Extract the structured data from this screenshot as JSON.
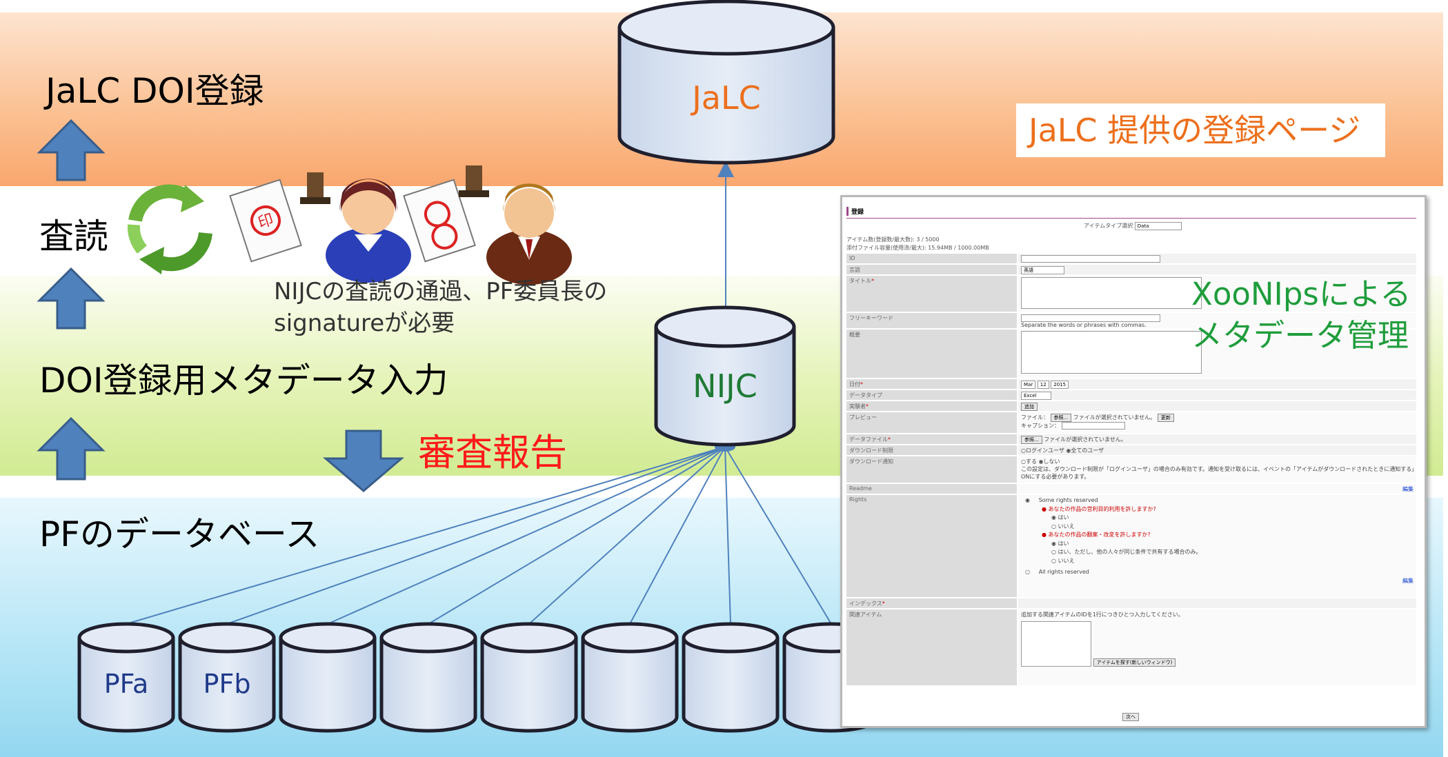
{
  "stages": {
    "jalc_doi": "JaLC DOI登録",
    "review": "査読",
    "metadata_input": "DOI登録用メタデータ入力",
    "pf_database": "PFのデータベース"
  },
  "databases": {
    "jalc": "JaLC",
    "nijc": "NIJC",
    "pf": [
      "PFa",
      "PFb",
      "",
      "",
      "",
      "",
      "",
      ""
    ]
  },
  "annotations": {
    "jalc_page": "JaLC 提供の登録ページ",
    "review_note_1": "NIJCの査読の通過、PF委員長の",
    "review_note_2": "signatureが必要",
    "report": "審査報告",
    "xoonips_1": "XooNIpsによる",
    "xoonips_2": "メタデータ管理"
  },
  "form": {
    "title": "登録",
    "item_type_label": "アイテムタイプ選択",
    "item_type_value": "Data",
    "item_count": "アイテム数(登録数/最大数): 3 / 5000",
    "file_capacity": "添付ファイル容量(使用済/最大): 15.94MB / 1000.00MB",
    "fields": {
      "id": "ID",
      "language": "言語",
      "language_value": "英語",
      "title": "タイトル",
      "keywords": "フリーキーワード",
      "keywords_hint": "Separate the words or phrases with commas.",
      "abstract": "概要",
      "date": "日付",
      "date_month": "Mar",
      "date_day": "12",
      "date_year": "2015",
      "data_type": "データタイプ",
      "data_type_value": "Excel",
      "experimenter": "実験者",
      "add_button": "追加",
      "preview": "プレビュー",
      "file_label": "ファイル：",
      "browse": "参照...",
      "no_file": "ファイルが選択されていません。",
      "update": "更新",
      "caption_label": "キャプション：",
      "data_file": "データファイル",
      "download_limit": "ダウンロード制限",
      "download_limit_options": "○ログインユーザ ◉全てのユーザ",
      "download_notify": "ダウンロード通知",
      "download_notify_options": "○する ◉しない",
      "download_notify_desc_1": "この設定は、ダウンロード制限が「ログインユーザ」の場合のみ有効です。通知を受け取るには、イベントの「アイテムがダウンロードされたときに通知する」を",
      "download_notify_desc_2": "ONにする必要があります。",
      "readme": "Readme",
      "edit": "編集",
      "rights": "Rights",
      "some_rights": "Some rights reserved",
      "q1": "あなたの作品の営利目的利用を許しますか?",
      "yes": "はい",
      "no": "いいえ",
      "q2": "あなたの作品の翻案・改変を許しますか?",
      "share_alike": "はい、ただし、他の人々が同じ条件で共有する場合のみ。",
      "all_rights": "All rights reserved",
      "index": "インデックス",
      "related_items": "関連アイテム",
      "related_hint": "追加する関連アイテムのIDを1行につきひとつ入力してください。",
      "find_items": "アイテムを探す(新しいウィンドウ)",
      "next": "次へ"
    }
  },
  "colors": {
    "arrow_fill": "#4f81bd",
    "arrow_stroke": "#385d8a",
    "cylinder_fill": "#dbe4f1",
    "cylinder_stroke": "#1f1f2e",
    "jalc_text": "#ec6f1c",
    "nijc_text": "#1f7a34",
    "pf_text": "#1f3a8a",
    "report_text": "#ff1a1a",
    "xoonips_text": "#1f9d3c"
  },
  "icons": [
    "recycle-icon",
    "seal-document-icon",
    "female-person-icon",
    "male-person-icon"
  ]
}
